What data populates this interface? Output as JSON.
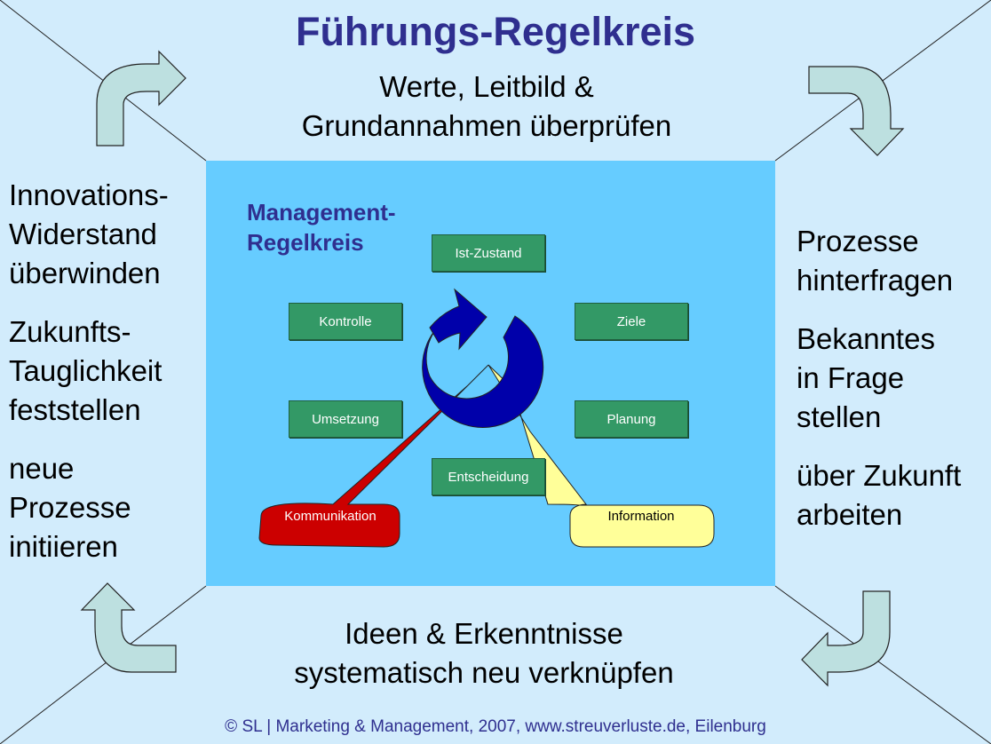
{
  "title": "Führungs-Regelkreis",
  "top_text": "Werte, Leitbild &\nGrundannahmen überprüfen",
  "bottom_text": "Ideen & Erkenntnisse\nsystematisch neu verknüpfen",
  "left_items": [
    "Innovations-\nWiderstand\nüberwinden",
    "Zukunfts-\nTauglichkeit\nfeststellen",
    "neue\nProzesse\ninitiieren"
  ],
  "right_items": [
    "Prozesse\nhinterfragen",
    "Bekanntes\nin Frage\nstellen",
    "über Zukunft\narbeiten"
  ],
  "footer": "© SL | Marketing & Management, 2007, www.streuverluste.de,  Eilenburg",
  "inner": {
    "title": "Management-\nRegelkreis",
    "boxes": {
      "ist_zustand": "Ist-Zustand",
      "ziele": "Ziele",
      "planung": "Planung",
      "entscheidung": "Entscheidung",
      "umsetzung": "Umsetzung",
      "kontrolle": "Kontrolle"
    },
    "callouts": {
      "kommunikation": "Kommunikation",
      "information": "Information"
    }
  },
  "corner_arrows": [
    "curved-arrow-right",
    "curved-arrow-down",
    "curved-arrow-left",
    "curved-arrow-up"
  ],
  "colors": {
    "background": "#d2ecfc",
    "panel": "#66ccff",
    "title": "#2f2f8f",
    "box": "#339966",
    "cycle": "#0000aa",
    "kommunikation": "#cc0000",
    "information": "#ffff99",
    "corner_arrow": "#bde0e0"
  }
}
